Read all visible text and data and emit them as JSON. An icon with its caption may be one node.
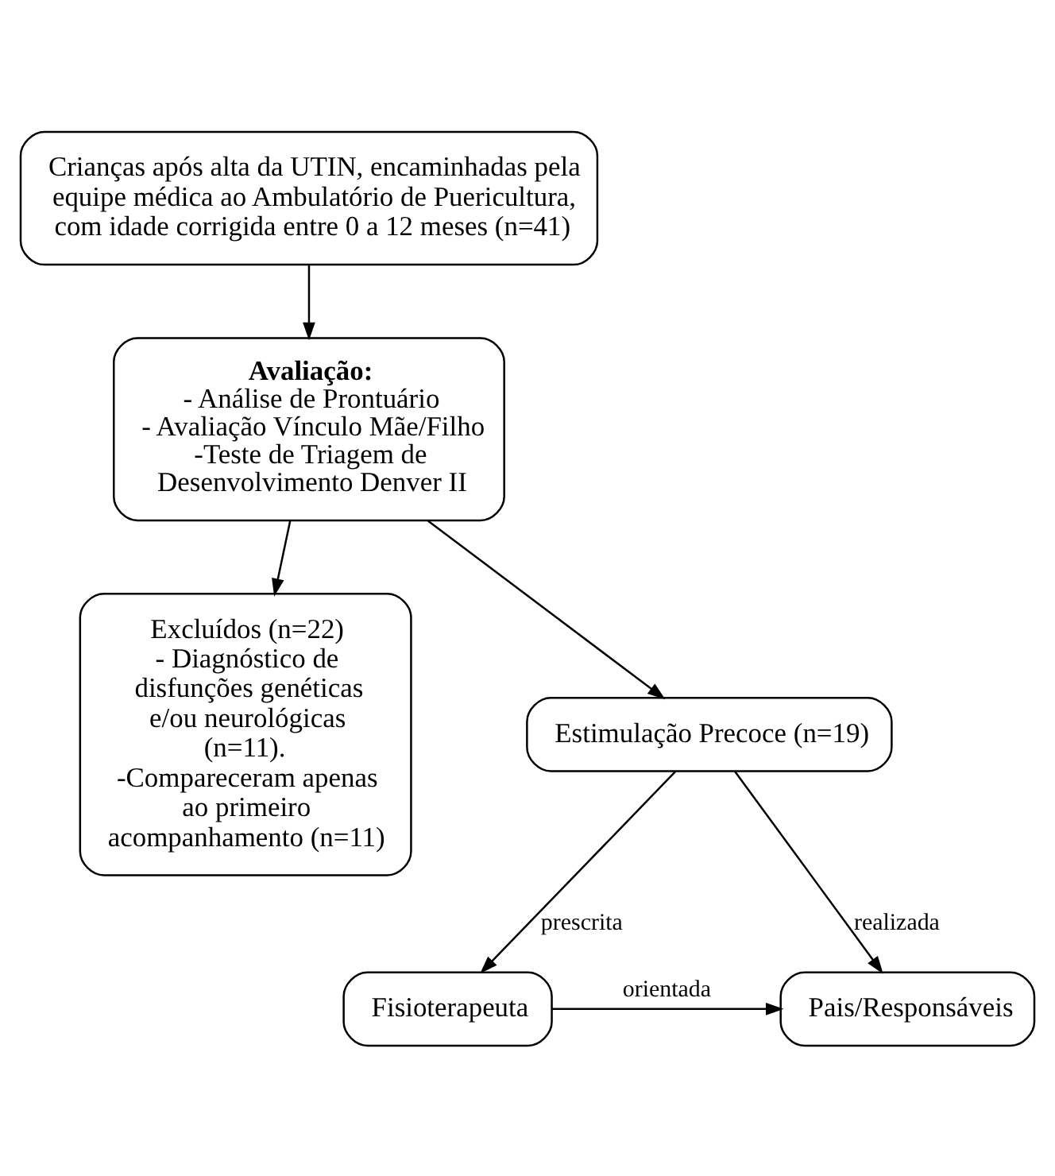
{
  "diagram": {
    "nodes": [
      {
        "text": [
          "Crianças após alta da UTIN, encaminhadas pela equipe médica ao Ambulatório de Puericultura, com idade corrigida entre 0 a 12 meses (n=41)"
        ]
      },
      {
        "text": [
          "Avaliação:",
          "- Análise de Prontuário",
          "- Avaliação Vínculo Mãe/Filho",
          "-Teste de Triagem de Desenvolvimento Denver II"
        ]
      },
      {
        "text": [
          "Excluídos (n=22)",
          "- Diagnóstico de disfunções genéticas e/ou neurológicas (n=11).",
          "-Compareceram apenas ao primeiro acompanhamento (n=11)"
        ]
      },
      {
        "text": [
          "Estimulação Precoce (n=19)"
        ]
      },
      {
        "text": [
          "Fisioterapeuta"
        ]
      },
      {
        "text": [
          "Pais/Responsáveis"
        ]
      }
    ],
    "edges": [
      {
        "from": 0,
        "to": 1,
        "arrow": "to"
      },
      {
        "from": 1,
        "to": 3,
        "arrow": "to"
      },
      {
        "from": 1,
        "to": 2,
        "arrow": "to"
      },
      {
        "from": 3,
        "to": 4,
        "arrow": "to",
        "label": "prescrita"
      },
      {
        "from": 3,
        "to": 5,
        "arrow": "to",
        "label": "realizada"
      },
      {
        "from": 4,
        "to": 5,
        "arrow": "to",
        "label": "orientada"
      }
    ]
  }
}
